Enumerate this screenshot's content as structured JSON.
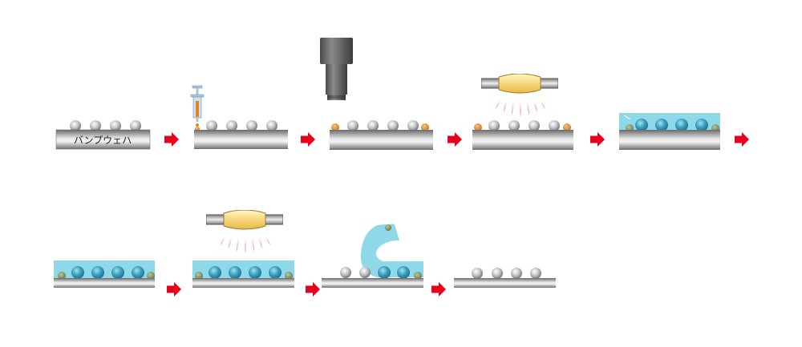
{
  "diagram": {
    "title": "",
    "steps": [
      {
        "id": 1,
        "label": "バンプウェハ",
        "description": "bump wafer"
      },
      {
        "id": 2,
        "label": "",
        "description": "dispense resin with syringe"
      },
      {
        "id": 3,
        "label": "",
        "description": "camera inspection"
      },
      {
        "id": 4,
        "label": "",
        "description": "UV cure"
      },
      {
        "id": 5,
        "label": "",
        "description": "coat film"
      },
      {
        "id": 6,
        "label": "",
        "description": "coated wafer"
      },
      {
        "id": 7,
        "label": "",
        "description": "UV cure"
      },
      {
        "id": 8,
        "label": "",
        "description": "peel film"
      },
      {
        "id": 9,
        "label": "",
        "description": "finished bump wafer"
      }
    ],
    "colors": {
      "arrow": "#e8001c",
      "film": "#8ed8ea",
      "resin": "#d98a2c",
      "cured_resin": "#7a8f6a",
      "bump": "#b8b8b8",
      "bump_coated": "#3aa0bf",
      "wafer": "#8a8a8a"
    }
  }
}
